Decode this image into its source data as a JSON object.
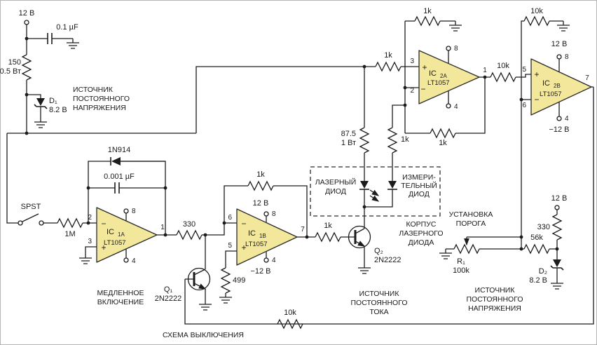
{
  "colors": {
    "opamp_fill": "#f2e79b",
    "wire": "#1c1c1c",
    "background": "#ffffff",
    "frame": "#b5b5b5"
  },
  "sym": {
    "plus": "+",
    "minus": "−"
  },
  "left_supply": {
    "v12": "12 В",
    "cap": "0.1 µF",
    "r_value": "150",
    "r_power": "0.5 Вт",
    "d_name": "D₁",
    "d_voltage": "8.2 В",
    "caption": [
      "ИСТОЧНИК",
      "ПОСТОЯННОГО",
      "НАПРЯЖЕНИЯ"
    ]
  },
  "slow_start": {
    "switch": "SPST",
    "r_1m": "1M",
    "diode": "1N914",
    "cap": "0.001 µF",
    "caption": [
      "МЕДЛЕННОЕ",
      "ВКЛЮЧЕНИЕ"
    ]
  },
  "ic1a": {
    "name": "IC",
    "sub": "1A",
    "part": "LT1057",
    "pin_top": "2",
    "pin_bottom": "3",
    "pin_out": "1",
    "pin_vplus": "8",
    "pin_vminus": "4"
  },
  "ic1b": {
    "name": "IC",
    "sub": "1B",
    "part": "LT1057",
    "pin_top": "6",
    "pin_bottom": "5",
    "pin_out": "7",
    "pin_vplus": "8",
    "pin_vminus": "4",
    "vplus": "12 В",
    "vminus": "−12 В"
  },
  "ic2a": {
    "name": "IC",
    "sub": "2A",
    "part": "LT1057",
    "pin_top": "3",
    "pin_bottom": "2",
    "pin_out": "1",
    "pin_vplus": "8",
    "pin_vminus": "4"
  },
  "ic2b": {
    "name": "IC",
    "sub": "2B",
    "part": "LT1057",
    "pin_top": "5",
    "pin_bottom": "6",
    "pin_out": "7",
    "pin_vplus": "8",
    "pin_vminus": "4",
    "vplus": "12 В",
    "vminus": "−12 В"
  },
  "q1": {
    "name": "Q₁",
    "part": "2N2222"
  },
  "q2": {
    "name": "Q₂",
    "part": "2N2222"
  },
  "resistors": {
    "r330": "330",
    "r499": "499",
    "r_fb_1b": "1k",
    "r_base": "1k",
    "r_ref": "1k",
    "r_laser": "87.5",
    "r_laser_power": "1 Вт",
    "r_photo": "1k",
    "r_gain_top": "1k",
    "r_fb_2a": "1k",
    "r_stage": "10k",
    "r_gain_2b": "10k",
    "r_56k": "56k",
    "r_330b": "330",
    "r_shutdown": "10k"
  },
  "laser_box": {
    "laser": [
      "ЛАЗЕРНЫЙ",
      "ДИОД"
    ],
    "photo": [
      "ИЗМЕРИ-",
      "ТЕЛЬНЫЙ",
      "ДИОД"
    ],
    "housing": [
      "КОРПУС",
      "ЛАЗЕРНОГО",
      "ДИОДА"
    ]
  },
  "current_source": {
    "caption": [
      "ИСТОЧНИК",
      "ПОСТОЯННОГО",
      "ТОКА"
    ]
  },
  "threshold": {
    "caption": [
      "УСТАНОВКА",
      "ПОРОГА"
    ],
    "pot_name": "R₁",
    "pot_value": "100k"
  },
  "right_supply": {
    "v12": "12 В",
    "d_name": "D₂",
    "d_voltage": "8.2 В",
    "caption": [
      "ИСТОЧНИК",
      "ПОСТОЯННОГО",
      "НАПРЯЖЕНИЯ"
    ]
  },
  "shutdown": {
    "caption": "СХЕМА ВЫКЛЮЧЕНИЯ"
  }
}
